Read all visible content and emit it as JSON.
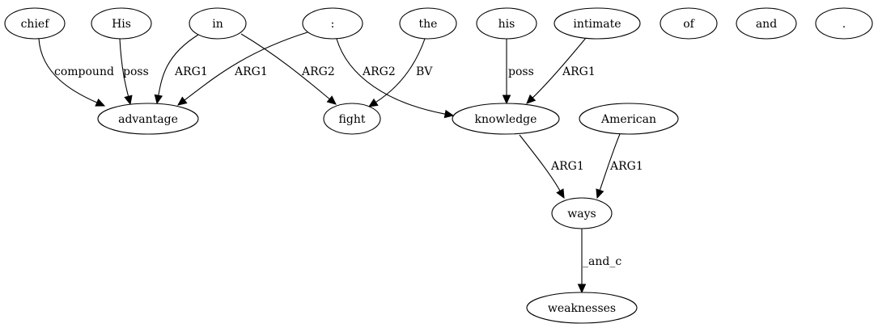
{
  "nodes": [
    {
      "id": "chief",
      "label": "chief"
    },
    {
      "id": "his_cap",
      "label": "His"
    },
    {
      "id": "in",
      "label": "in"
    },
    {
      "id": "colon",
      "label": ":"
    },
    {
      "id": "the",
      "label": "the"
    },
    {
      "id": "his",
      "label": "his"
    },
    {
      "id": "intimate",
      "label": "intimate"
    },
    {
      "id": "of",
      "label": "of"
    },
    {
      "id": "and",
      "label": "and"
    },
    {
      "id": "period",
      "label": "."
    },
    {
      "id": "advantage",
      "label": "advantage"
    },
    {
      "id": "fight",
      "label": "fight"
    },
    {
      "id": "knowledge",
      "label": "knowledge"
    },
    {
      "id": "american",
      "label": "American"
    },
    {
      "id": "ways",
      "label": "ways"
    },
    {
      "id": "weaknesses",
      "label": "weaknesses"
    }
  ],
  "edges": [
    {
      "from": "chief",
      "to": "advantage",
      "label": "compound"
    },
    {
      "from": "his_cap",
      "to": "advantage",
      "label": "poss"
    },
    {
      "from": "in",
      "to": "advantage",
      "label": "ARG1"
    },
    {
      "from": "in",
      "to": "fight",
      "label": "ARG2"
    },
    {
      "from": "colon",
      "to": "advantage",
      "label": "ARG1"
    },
    {
      "from": "colon",
      "to": "knowledge",
      "label": "ARG2"
    },
    {
      "from": "the",
      "to": "fight",
      "label": "BV"
    },
    {
      "from": "his",
      "to": "knowledge",
      "label": "poss"
    },
    {
      "from": "intimate",
      "to": "knowledge",
      "label": "ARG1"
    },
    {
      "from": "knowledge",
      "to": "ways",
      "label": "ARG1"
    },
    {
      "from": "american",
      "to": "ways",
      "label": "ARG1"
    },
    {
      "from": "ways",
      "to": "weaknesses",
      "label": "_and_c"
    }
  ]
}
